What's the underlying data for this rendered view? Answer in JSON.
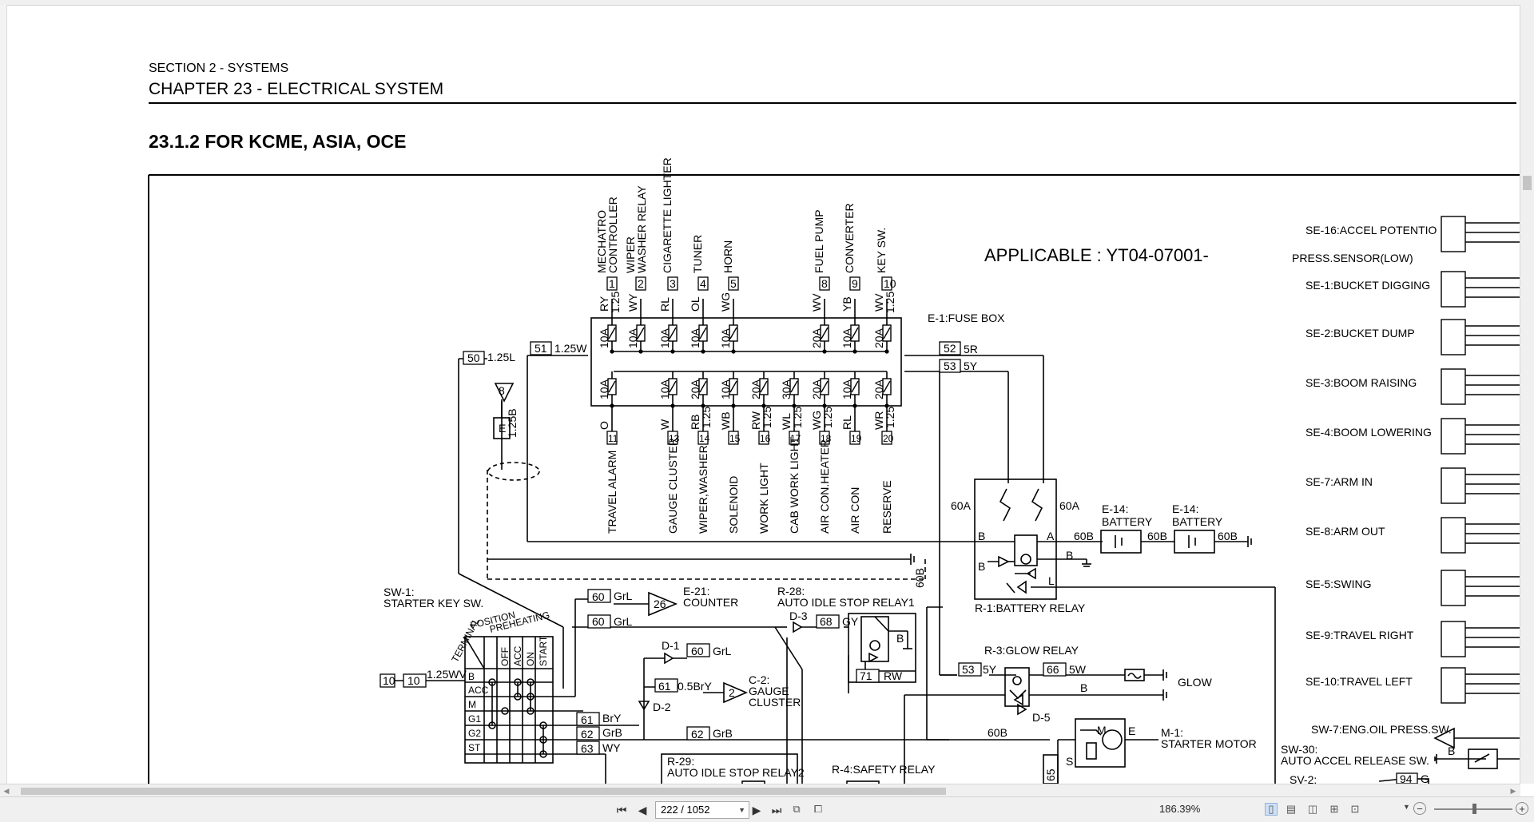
{
  "document": {
    "section": "SECTION 2 - SYSTEMS",
    "chapter": "CHAPTER 23 - ELECTRICAL SYSTEM",
    "title": "23.1.2  FOR KCME, ASIA, OCE",
    "applicable": "APPLICABLE : YT04-07001-"
  },
  "fuse_box": {
    "label": "E-1:FUSE BOX",
    "top_row": [
      {
        "num": "1",
        "wire": "RY",
        "size": "1.25",
        "load": [
          "MECHATRO",
          "CONTROLLER"
        ],
        "amp": "10A"
      },
      {
        "num": "2",
        "wire": "WY",
        "size": "",
        "load": [
          "WIPER",
          "WASHER RELAY"
        ],
        "amp": "10A"
      },
      {
        "num": "3",
        "wire": "RL",
        "size": "",
        "load": [
          "CIGARETTE LIGHTER"
        ],
        "amp": "10A"
      },
      {
        "num": "4",
        "wire": "OL",
        "size": "",
        "load": [
          "TUNER"
        ],
        "amp": "10A"
      },
      {
        "num": "5",
        "wire": "WG",
        "size": "",
        "load": [
          "HORN"
        ],
        "amp": "10A"
      },
      {
        "num": "8",
        "wire": "WV",
        "size": "",
        "load": [
          "FUEL PUMP"
        ],
        "amp": "20A"
      },
      {
        "num": "9",
        "wire": "YB",
        "size": "",
        "load": [
          "CONVERTER"
        ],
        "amp": "10A"
      },
      {
        "num": "10",
        "wire": "WV",
        "size": "1.25",
        "load": [
          "KEY SW."
        ],
        "amp": "20A"
      }
    ],
    "bottom_amps": [
      "10A",
      "10A",
      "20A",
      "10A",
      "20A",
      "30A",
      "20A",
      "10A",
      "20A"
    ],
    "bottom_row": [
      {
        "num": "11",
        "wire": "O",
        "size": "",
        "load": "TRAVEL ALARM"
      },
      {
        "num": "13",
        "wire": "W",
        "size": "",
        "load": "GAUGE CLUSTER"
      },
      {
        "num": "14",
        "wire": "RB",
        "size": "1.25",
        "load": "WIPER,WASHER"
      },
      {
        "num": "15",
        "wire": "WB",
        "size": "",
        "load": "SOLENOID"
      },
      {
        "num": "16",
        "wire": "RW",
        "size": "1.25",
        "load": "WORK LIGHT"
      },
      {
        "num": "17",
        "wire": "WL",
        "size": "1.25",
        "load": "CAB WORK LIGHT"
      },
      {
        "num": "18",
        "wire": "WG",
        "size": "1.25",
        "load": "AIR CON.HEATER"
      },
      {
        "num": "19",
        "wire": "RL",
        "size": "",
        "load": "AIR CON"
      },
      {
        "num": "20",
        "wire": "WR",
        "size": "1.25",
        "load": "RESERVE"
      }
    ]
  },
  "wires": {
    "w50": {
      "num": "50",
      "label": "1.25L"
    },
    "w51": {
      "num": "51",
      "label": "1.25W"
    },
    "w52": {
      "num": "52",
      "label": "5R"
    },
    "w53": {
      "num": "53",
      "label": "5Y"
    },
    "w53b": {
      "num": "53",
      "label": "5Y"
    },
    "w60a": {
      "num": "60",
      "label": "GrL"
    },
    "w60b": {
      "num": "60",
      "label": "GrL"
    },
    "w60c": {
      "num": "60",
      "label": "GrL"
    },
    "w61": {
      "num": "61",
      "label": "0.5BrY"
    },
    "w61b": {
      "num": "61",
      "label": "BrY"
    },
    "w62": {
      "num": "62",
      "label": "GrB"
    },
    "w62b": {
      "num": "62",
      "label": "GrB"
    },
    "w63": {
      "num": "63",
      "label": "WY"
    },
    "w66": {
      "num": "66",
      "label": "5W"
    },
    "w68": {
      "num": "68",
      "label": "GY"
    },
    "w71": {
      "num": "71",
      "label": "RW"
    },
    "w10": {
      "num": "10",
      "label": "1.25WV"
    },
    "w10end": "10",
    "w65": "65",
    "w94": {
      "num": "94",
      "label": "G"
    },
    "w_e": "E",
    "w_125b": "1.25B",
    "w_8": "8",
    "w_26": "26",
    "w_2": "2",
    "l60b": [
      "60B",
      "60B",
      "60B",
      "60B",
      "60B"
    ],
    "lB": "B",
    "lA": "A",
    "lL": "L",
    "l60A": "60A",
    "lM": "M",
    "lS": "S",
    "lE": "E",
    "lG": "G"
  },
  "components": {
    "e14a": {
      "id": "E-14:",
      "name": "BATTERY"
    },
    "e14b": {
      "id": "E-14:",
      "name": "BATTERY"
    },
    "r1": "R-1:BATTERY RELAY",
    "r3": "R-3:GLOW RELAY",
    "r28": {
      "id": "R-28:",
      "name": "AUTO IDLE STOP RELAY1"
    },
    "r29": {
      "id": "R-29:",
      "name": "AUTO IDLE STOP RELAY2"
    },
    "r4": "R-4:SAFETY RELAY",
    "e21": {
      "id": "E-21:",
      "name": "COUNTER"
    },
    "c2": {
      "id": "C-2:",
      "name": "GAUGE",
      "name2": "CLUSTER"
    },
    "sw1": {
      "id": "SW-1:",
      "name": "STARTER KEY SW."
    },
    "m1": "M-1:",
    "m1name": "STARTER MOTOR",
    "glow": "GLOW",
    "d1": "D-1",
    "d2": "D-2",
    "d3": "D-3",
    "d5": "D-5",
    "key_terminal": "TERMINAL",
    "key_position": "POSITION",
    "key_preheat": "PREHEATING",
    "key_cols": [
      "OFF",
      "ACC",
      "ON",
      "START"
    ],
    "key_rows": [
      "B",
      "ACC",
      "M",
      "G1",
      "G2",
      "ST"
    ]
  },
  "sensors": [
    "SE-16:ACCEL POTENTIO",
    "PRESS.SENSOR(LOW)",
    "SE-1:BUCKET DIGGING",
    "SE-2:BUCKET DUMP",
    "SE-3:BOOM RAISING",
    "SE-4:BOOM LOWERING",
    "SE-7:ARM IN",
    "SE-8:ARM OUT",
    "SE-5:SWING",
    "SE-9:TRAVEL RIGHT",
    "SE-10:TRAVEL LEFT"
  ],
  "switches": {
    "sw7": "SW-7:ENG.OIL PRESS.SW.",
    "sw30": "SW-30:",
    "sw30name": "AUTO ACCEL RELEASE SW.",
    "sw2": "SV-2:"
  },
  "viewer": {
    "page_indicator": "222 / 1052",
    "zoom": "186.39%",
    "nav_first": "⏮",
    "nav_prev": "◀",
    "nav_next": "▶",
    "nav_last": "⏭",
    "zoom_minus": "−",
    "zoom_plus": "+"
  }
}
